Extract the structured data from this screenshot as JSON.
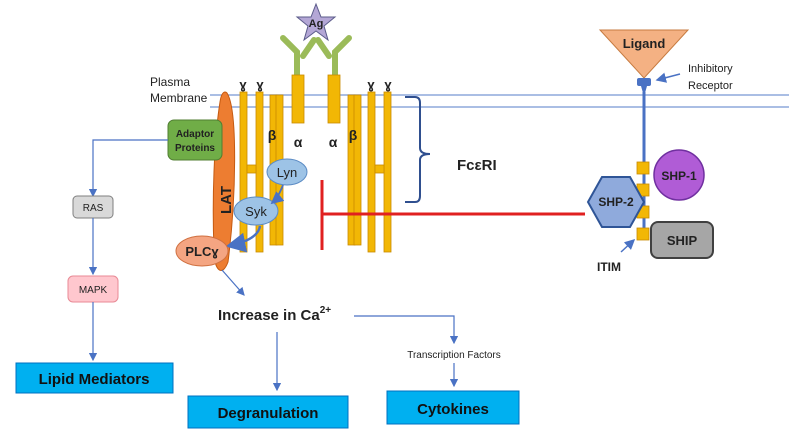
{
  "labels": {
    "antigen": "Ag",
    "ligand": "Ligand",
    "inhibitory_receptor_line1": "Inhibitory",
    "inhibitory_receptor_line2": "Receptor",
    "plasma_line1": "Plasma",
    "plasma_line2": "Membrane",
    "gamma": "ɣ",
    "beta": "β",
    "alpha": "α",
    "adaptor_line1": "Adaptor",
    "adaptor_line2": "Proteins",
    "lat": "LAT",
    "lyn": "Lyn",
    "syk": "Syk",
    "plc": "PLCɣ",
    "fceri": "FcεRI",
    "shp1": "SHP-1",
    "shp2": "SHP-2",
    "ship": "SHIP",
    "itim": "ITIM",
    "ras": "RAS",
    "mapk": "MAPK",
    "calcium_prefix": "Increase in Ca",
    "calcium_sup": "2+",
    "transcription": "Transcription Factors",
    "lipid": "Lipid Mediators",
    "degranulation": "Degranulation",
    "cytokines": "Cytokines"
  },
  "colors": {
    "membrane": "#4a6fc1",
    "receptor_chain": "#f2b705",
    "lat": "#ed7d31",
    "adaptor": "#70ad47",
    "kinase": "#9dc3e6",
    "plc": "#f4a582",
    "shp1": "#b05cd6",
    "shp2": "#8faadc",
    "ship": "#a6a6a6",
    "ligand": "#f4b183",
    "antigen": "#b4a7d6",
    "inhibition": "#e02020",
    "outcome_box": "#00b0f0",
    "ras_box": "#d9d9d9",
    "mapk_box": "#ffc7ce",
    "antibody": "#9bbb59"
  }
}
